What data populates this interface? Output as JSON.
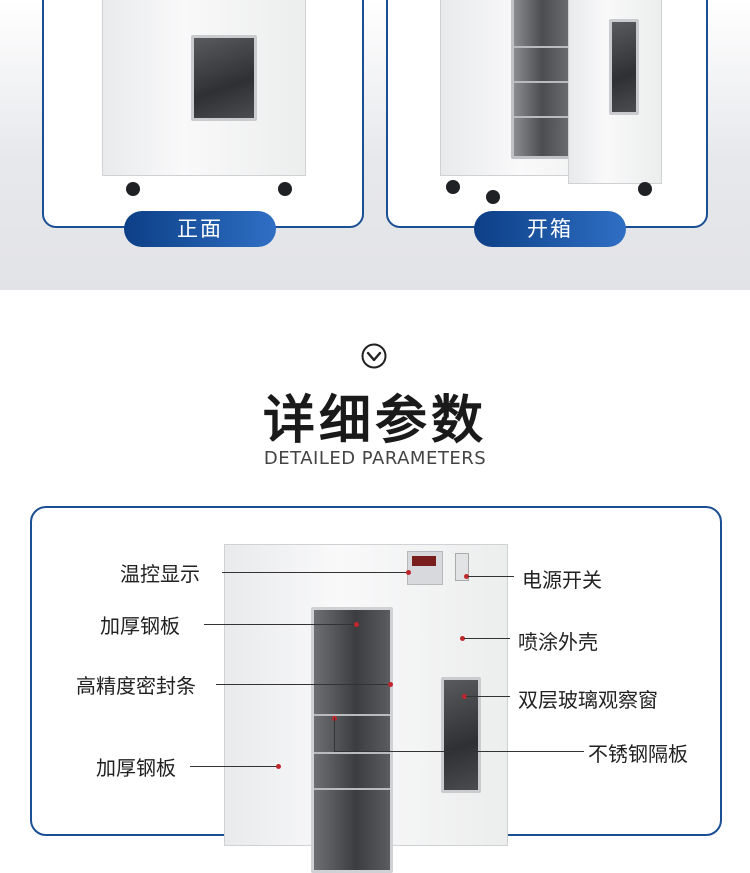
{
  "product_views": [
    {
      "label": "正面"
    },
    {
      "label": "开箱"
    }
  ],
  "section": {
    "title": "详细参数",
    "subtitle": "DETAILED PARAMETERS",
    "icon": "chevron-down-circle-icon"
  },
  "callouts": {
    "left": [
      "温控显示",
      "加厚钢板",
      "高精度密封条",
      "加厚钢板"
    ],
    "right": [
      "电源开关",
      "喷涂外壳",
      "双层玻璃观察窗",
      "不锈钢隔板"
    ]
  },
  "colors": {
    "accent": "#1b4f93",
    "pill_start": "#0c3f86",
    "pill_end": "#2f6fc4",
    "marker": "#c0262b"
  }
}
